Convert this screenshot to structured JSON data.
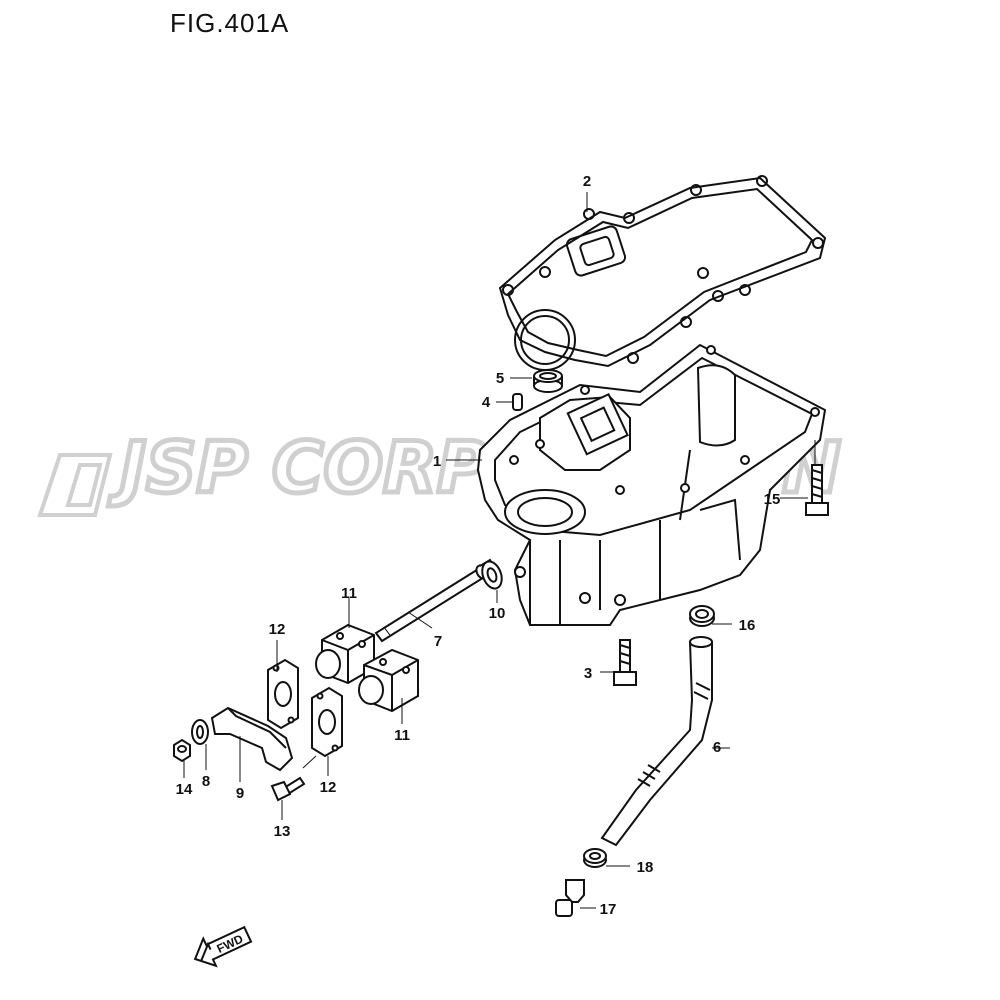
{
  "title": "FIG.401A",
  "watermark": "JSP CORPORATION",
  "fwd_label": "FWD",
  "callouts": {
    "c1": "1",
    "c2": "2",
    "c3": "3",
    "c4": "4",
    "c5": "5",
    "c6": "6",
    "c7": "7",
    "c8": "8",
    "c9": "9",
    "c10": "10",
    "c11a": "11",
    "c11b": "11",
    "c12a": "12",
    "c12b": "12",
    "c13": "13",
    "c14": "14",
    "c15": "15",
    "c16": "16",
    "c17": "17",
    "c18": "18"
  },
  "colors": {
    "line": "#111111",
    "watermark": "#d0d0d0"
  }
}
